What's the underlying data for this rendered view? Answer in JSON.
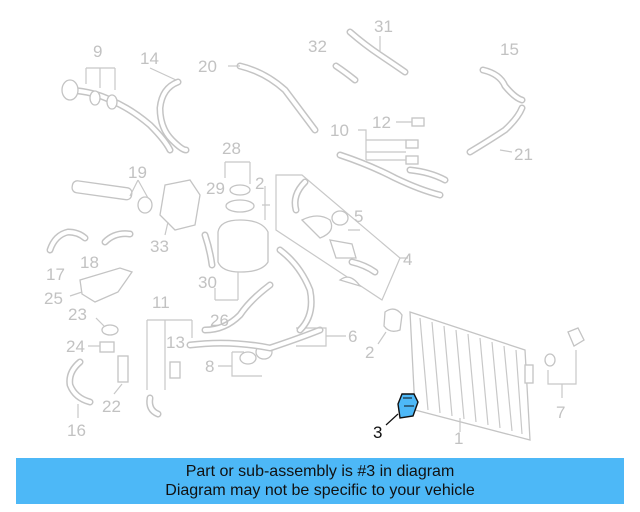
{
  "diagram": {
    "highlighted_part": "3",
    "callouts": [
      {
        "id": "c1",
        "label": "1"
      },
      {
        "id": "c2a",
        "label": "2"
      },
      {
        "id": "c2b",
        "label": "2"
      },
      {
        "id": "c3",
        "label": "3"
      },
      {
        "id": "c4",
        "label": "4"
      },
      {
        "id": "c5",
        "label": "5"
      },
      {
        "id": "c6",
        "label": "6"
      },
      {
        "id": "c7",
        "label": "7"
      },
      {
        "id": "c8",
        "label": "8"
      },
      {
        "id": "c9",
        "label": "9"
      },
      {
        "id": "c10",
        "label": "10"
      },
      {
        "id": "c11",
        "label": "11"
      },
      {
        "id": "c12",
        "label": "12"
      },
      {
        "id": "c13",
        "label": "13"
      },
      {
        "id": "c14",
        "label": "14"
      },
      {
        "id": "c15",
        "label": "15"
      },
      {
        "id": "c16",
        "label": "16"
      },
      {
        "id": "c17",
        "label": "17"
      },
      {
        "id": "c18",
        "label": "18"
      },
      {
        "id": "c19",
        "label": "19"
      },
      {
        "id": "c20",
        "label": "20"
      },
      {
        "id": "c21",
        "label": "21"
      },
      {
        "id": "c22",
        "label": "22"
      },
      {
        "id": "c23",
        "label": "23"
      },
      {
        "id": "c24",
        "label": "24"
      },
      {
        "id": "c25",
        "label": "25"
      },
      {
        "id": "c26",
        "label": "26"
      },
      {
        "id": "c28",
        "label": "28"
      },
      {
        "id": "c29",
        "label": "29"
      },
      {
        "id": "c30",
        "label": "30"
      },
      {
        "id": "c31",
        "label": "31"
      },
      {
        "id": "c32",
        "label": "32"
      },
      {
        "id": "c33",
        "label": "33"
      }
    ]
  },
  "banner": {
    "line1": "Part or sub-assembly is #3 in diagram",
    "line2": "Diagram may not be specific to your vehicle",
    "color": "#4db8f7"
  },
  "colors": {
    "part_line": "#c4c4c4",
    "highlight": "#4db8f7",
    "highlight_outline": "#111111"
  }
}
